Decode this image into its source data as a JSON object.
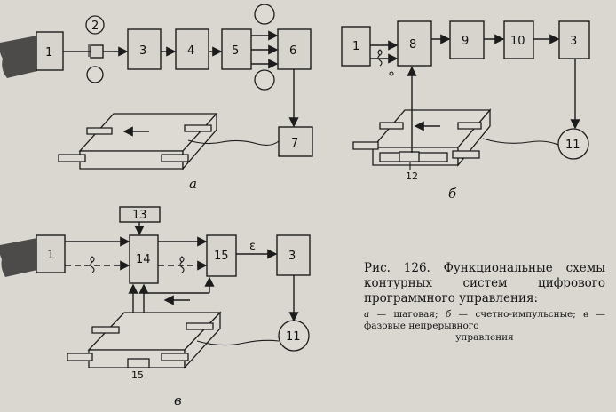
{
  "figure": {
    "caption_title": "Рис. 126. Функциональные схемы контурных систем цифрового программного управления:",
    "legend": {
      "a_letter": "а",
      "a_text": "— шаговая;",
      "b_letter": "б",
      "b_text": "— счетно-импульсные;",
      "v_letter": "в",
      "v_text": "— фазовые непрерывного",
      "v_text_2": "управления"
    }
  },
  "diagram_a": {
    "label": "а",
    "blocks": [
      "1",
      "2",
      "3",
      "4",
      "5",
      "6",
      "7"
    ]
  },
  "diagram_b": {
    "label": "б",
    "blocks": [
      "1",
      "8",
      "9",
      "10",
      "3",
      "11",
      "12"
    ]
  },
  "diagram_v": {
    "label": "в",
    "blocks": [
      "1",
      "13",
      "14",
      "15",
      "3",
      "11",
      "15"
    ],
    "signal": "ε"
  }
}
